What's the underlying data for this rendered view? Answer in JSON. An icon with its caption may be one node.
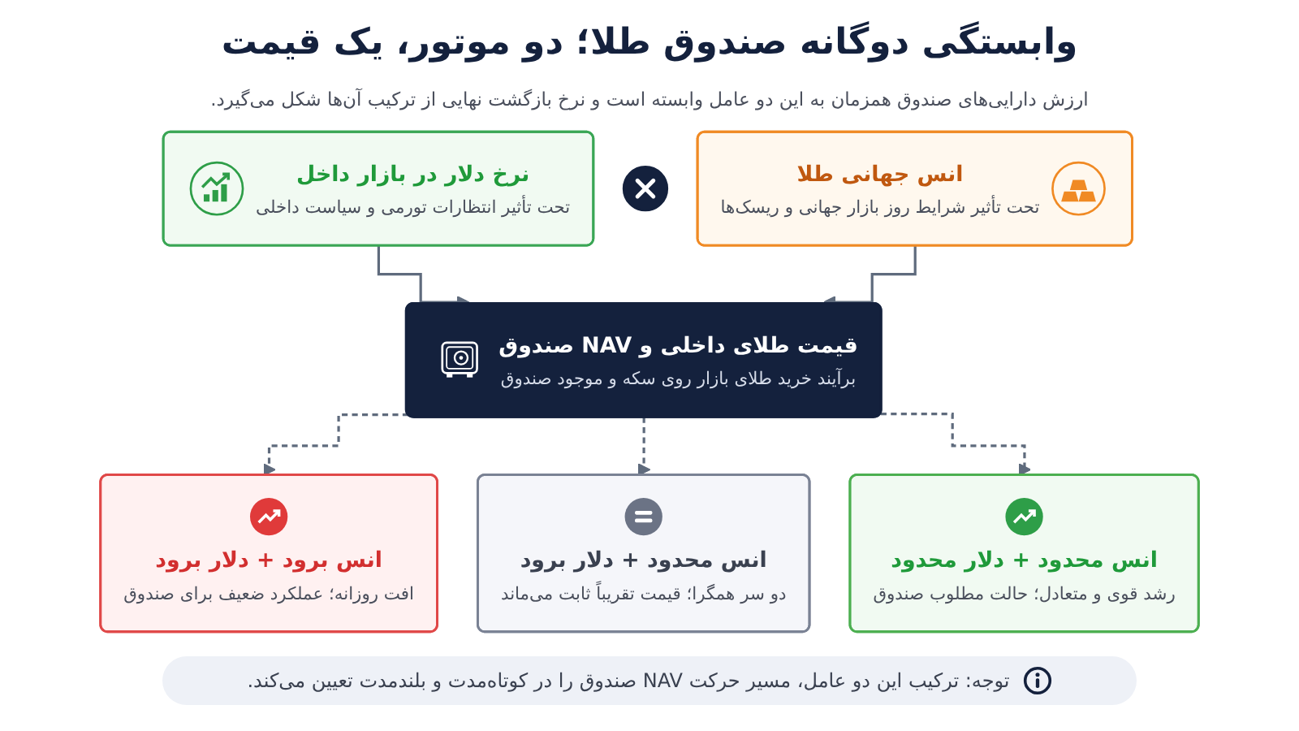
{
  "diagram": {
    "title": "وابستگی دوگانه صندوق طلا؛ دو موتور، یک قیمت",
    "nodes": [
      {
        "text": [
          "انس جهانی طلا",
          "تحت تأثیر شرایط روز بازار جهانی و ریسک‌ها"
        ]
      },
      {
        "text": [],
        "shape": "circle"
      },
      {
        "text": [
          "نرخ دلار در بازار داخل",
          "تحت تأثیر انتظارات تورمی و سیاست داخلی"
        ]
      },
      {
        "text": [
          "قیمت طلای داخلی و NAV صندوق",
          "برآیند خرید طلای بازار روی سکه و موجود صندوق"
        ]
      },
      {
        "text": [
          "انس محدود + دلار محدود",
          "رشد قوی و متعادل؛ حالت مطلوب صندوق"
        ]
      },
      {
        "text": [
          "انس محدود + دلار برود",
          "دو سر همگرا؛ قیمت تقریباً ثابت می‌ماند"
        ]
      },
      {
        "text": [
          "انس برود + دلار برود",
          "افت روزانه؛ عملکرد ضعیف برای صندوق"
        ]
      }
    ],
    "edges": [
      {
        "from": 2,
        "to": 3,
        "arrow": "to"
      },
      {
        "from": 0,
        "to": 3,
        "arrow": "to"
      },
      {
        "from": 3,
        "to": 6,
        "arrow": "to",
        "style": "dashed"
      },
      {
        "from": 3,
        "to": 5,
        "arrow": "to",
        "style": "dashed"
      },
      {
        "from": 3,
        "to": 4,
        "arrow": "to",
        "style": "dashed"
      }
    ],
    "labels": [
      "ارزش دارایی‌های صندوق همزمان به این دو عامل وابسته است و نرخ بازگشت نهایی از ترکیب آن‌ها شکل می‌گیرد.",
      "توجه: ترکیب این دو عامل، مسیر حرکت NAV صندوق را در کوتاه‌مدت و بلندمدت تعیین می‌کند."
    ]
  }
}
